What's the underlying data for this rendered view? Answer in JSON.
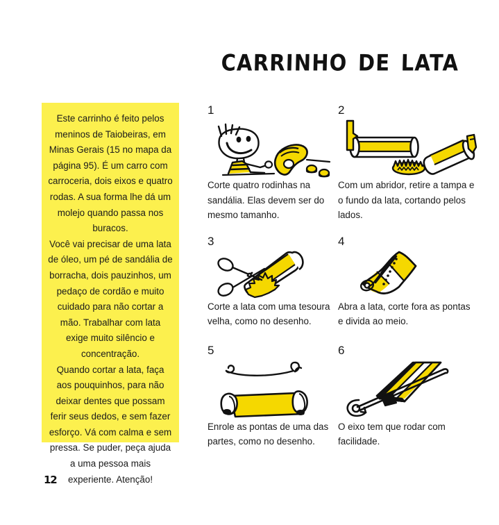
{
  "page": {
    "title": "Carrinho de lata",
    "page_number": "12",
    "colors": {
      "panel_yellow": "#fcf04e",
      "art_yellow": "#f5d800",
      "ink": "#111111",
      "background": "#ffffff"
    }
  },
  "intro": {
    "paragraphs": [
      "Este carrinho é feito pelos meninos de Taiobeiras, em Minas Gerais (15 no mapa da página 95). É um carro com carroceria, dois eixos e quatro rodas. A sua forma lhe dá um molejo quando passa nos buracos.",
      "Você vai precisar de uma lata de óleo, um pé de sandália de borracha, dois pauzinhos, um pedaço de cordão e muito cuidado para não cortar a mão. Trabalhar com lata exige muito silêncio e concentração.",
      "Quando cortar a lata, faça aos pouquinhos, para não deixar dentes que possam ferir seus dedos, e sem fazer esforço. Vá com calma e sem pressa. Se puder, peça ajuda a uma pessoa mais experiente. Atenção!"
    ]
  },
  "steps": [
    {
      "number": "1",
      "caption": "Corte quatro rodinhas na sandália. Elas devem ser do mesmo tamanho.",
      "illustration": "boy-cutting-sandal-wheels"
    },
    {
      "number": "2",
      "caption": "Com um abridor, retire a tampa e o fundo da lata, cortando pelos lados.",
      "illustration": "can-with-opener"
    },
    {
      "number": "3",
      "caption": "Corte a lata com uma tesoura velha, como no desenho.",
      "illustration": "scissors-cutting-can"
    },
    {
      "number": "4",
      "caption": "Abra a lata, corte fora as pontas e divida ao meio.",
      "illustration": "opened-can-sheet-cut-line"
    },
    {
      "number": "5",
      "caption": "Enrole as pontas de uma das partes, como no desenho.",
      "illustration": "rolled-metal-sheet-and-wire"
    },
    {
      "number": "6",
      "caption": "O eixo tem que rodar com facilidade.",
      "illustration": "axle-rotating-through-body"
    }
  ]
}
